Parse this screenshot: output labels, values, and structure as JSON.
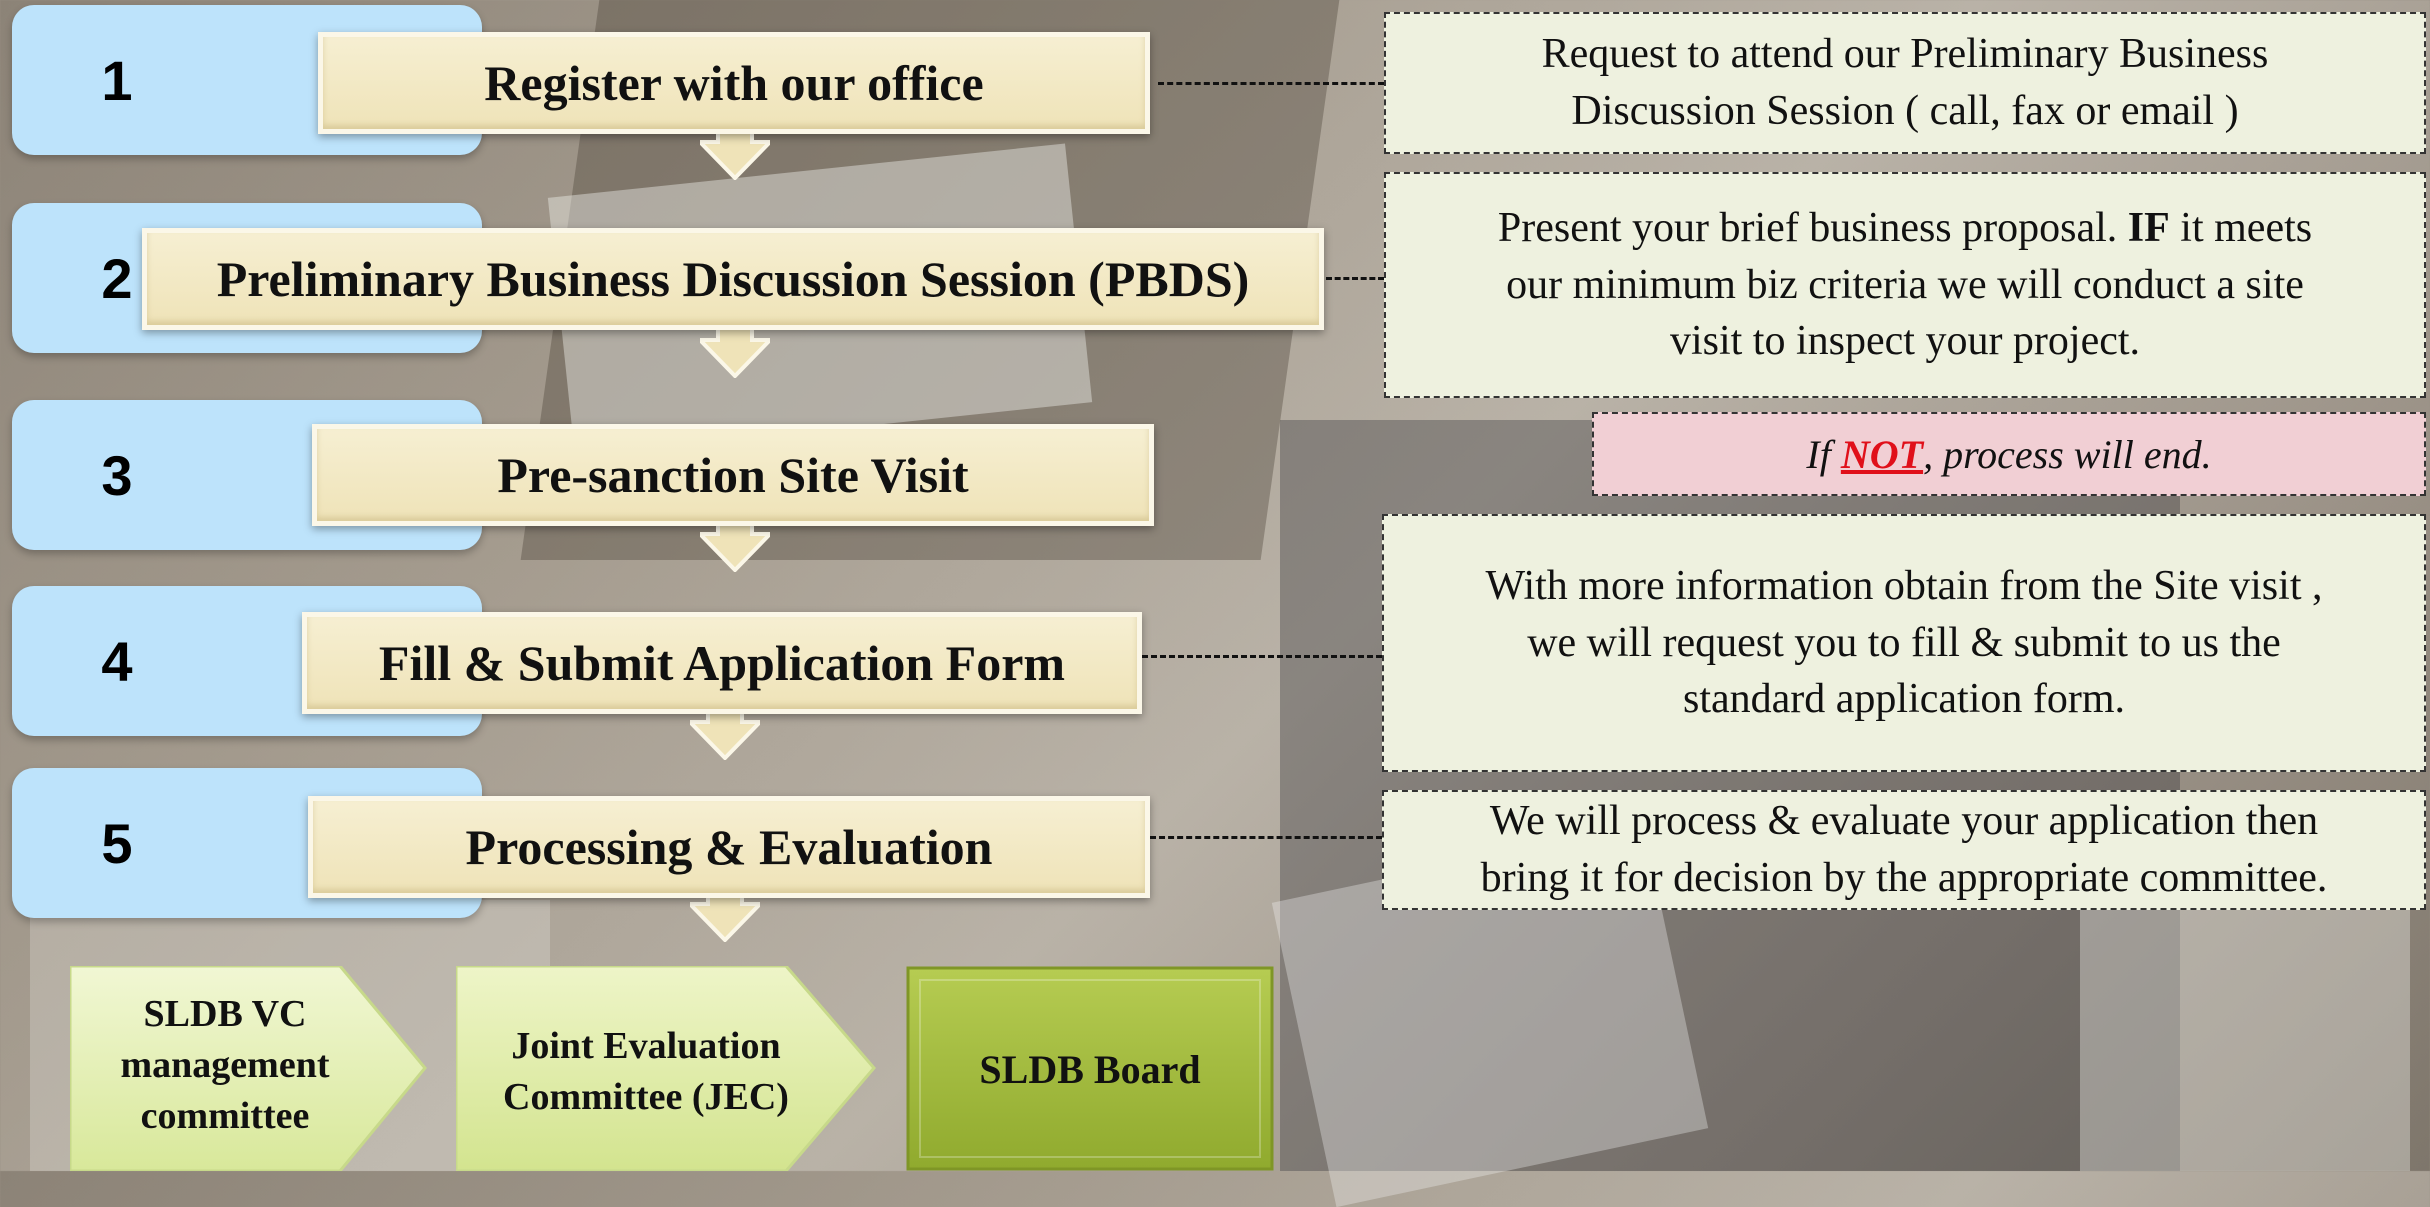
{
  "steps": [
    {
      "number": "1",
      "label": "Register with our office"
    },
    {
      "number": "2",
      "label": "Preliminary Business Discussion Session (PBDS)"
    },
    {
      "number": "3",
      "label": "Pre-sanction Site Visit"
    },
    {
      "number": "4",
      "label": "Fill & Submit Application Form"
    },
    {
      "number": "5",
      "label": "Processing & Evaluation"
    }
  ],
  "descriptions": {
    "d1_line1": "Request to attend our Preliminary Business",
    "d1_line2": "Discussion Session ( call, fax or email )",
    "d2_pre": "Present your brief business proposal. ",
    "d2_bold": "IF",
    "d2_post": " it meets",
    "d2_line2": "our minimum biz criteria we will conduct a site",
    "d2_line3": "visit to inspect your project.",
    "warn_pre": "If ",
    "warn_not": "NOT",
    "warn_post": ", process will end.",
    "d4_line1": "With more information obtain from the Site visit ,",
    "d4_line2": "we will request you to fill & submit to us the",
    "d4_line3": "standard application form.",
    "d5_line1": "We will process & evaluate your application then",
    "d5_line2": "bring it for decision by the appropriate committee."
  },
  "committees": [
    {
      "lines": [
        "SLDB VC",
        "management",
        "committee"
      ]
    },
    {
      "lines": [
        "Joint Evaluation",
        "Committee (JEC)"
      ]
    },
    {
      "lines": [
        "SLDB Board"
      ]
    }
  ],
  "colors": {
    "tab": "#bde3fb",
    "step": "#f1e6bf",
    "desc": "#eef1df",
    "warn": "#f1cfd4",
    "chevron_light": "#e3efb4",
    "board": "#9cb537"
  }
}
